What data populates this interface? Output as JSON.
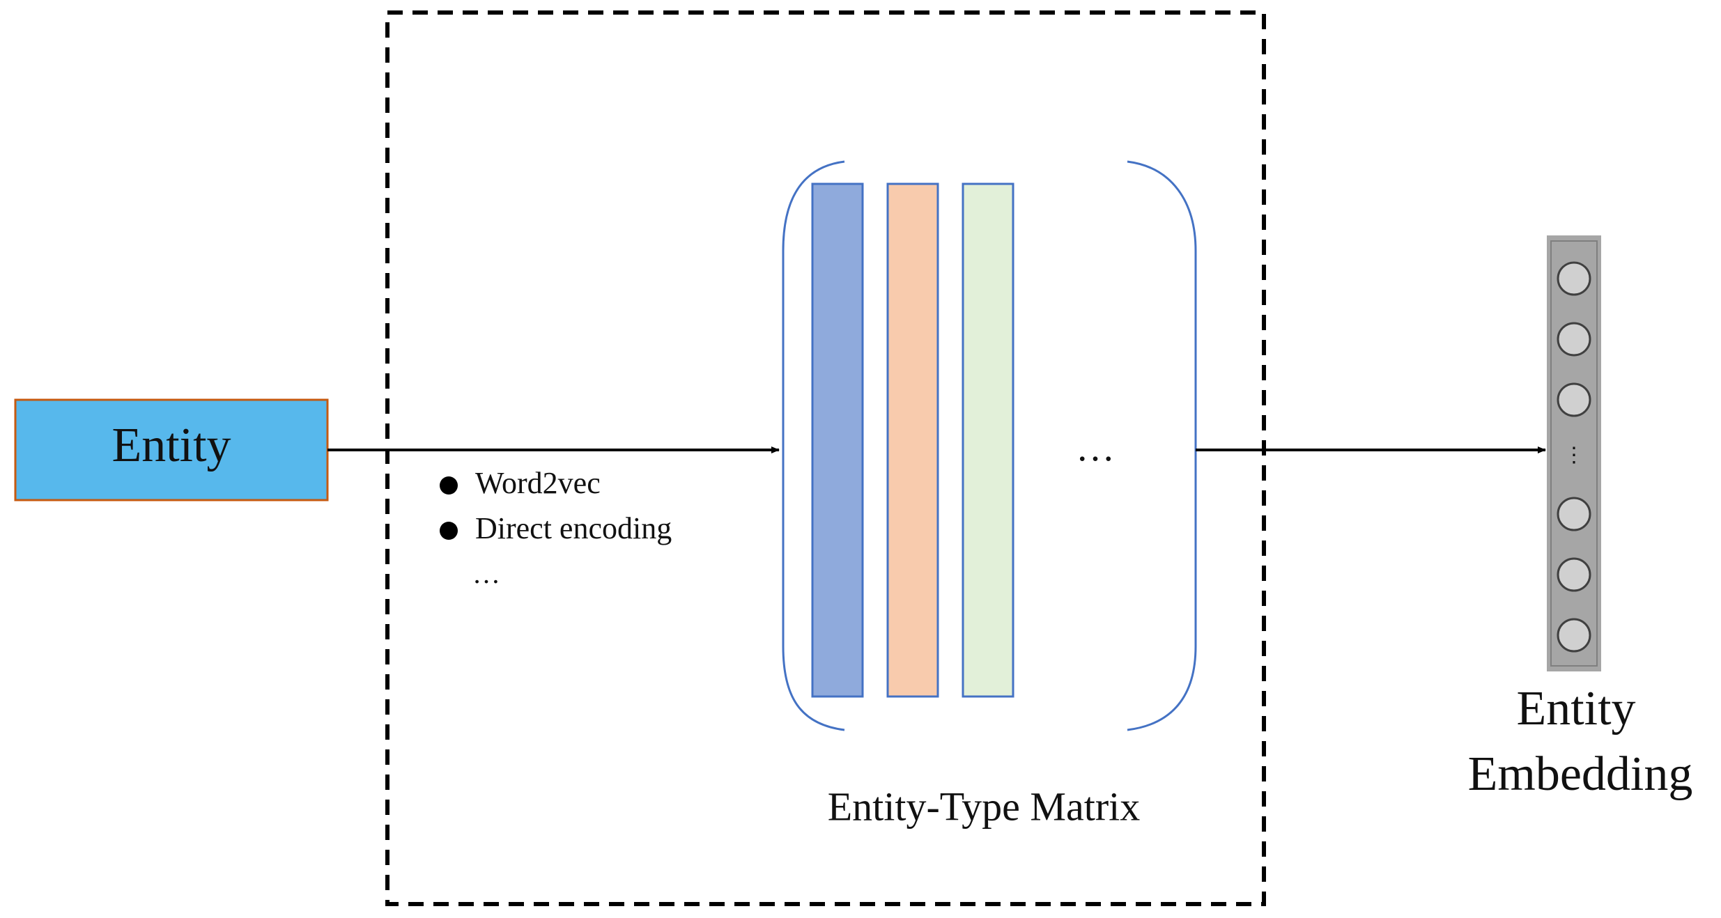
{
  "entity_box": {
    "label": "Entity",
    "fill_color": "#57B8EC",
    "border_color": "#C55A11"
  },
  "encoding_methods": {
    "items": [
      "Word2vec",
      "Direct encoding"
    ],
    "ellipsis": "…"
  },
  "matrix": {
    "caption": "Entity-Type Matrix",
    "ellipsis": "…",
    "bracket_color": "#4472C4",
    "column_colors": [
      "#8FAADC",
      "#F8CBAD",
      "#E2F0D9"
    ]
  },
  "embedding": {
    "label_line1": "Entity",
    "label_line2": "Embedding",
    "node_count_top": 3,
    "node_count_bottom": 3,
    "separator": "⋮",
    "node_fill": "#D0D0D0",
    "bar_fill": "#A6A6A6"
  },
  "colors": {
    "line": "#000000",
    "dashed_border": "#000000"
  }
}
